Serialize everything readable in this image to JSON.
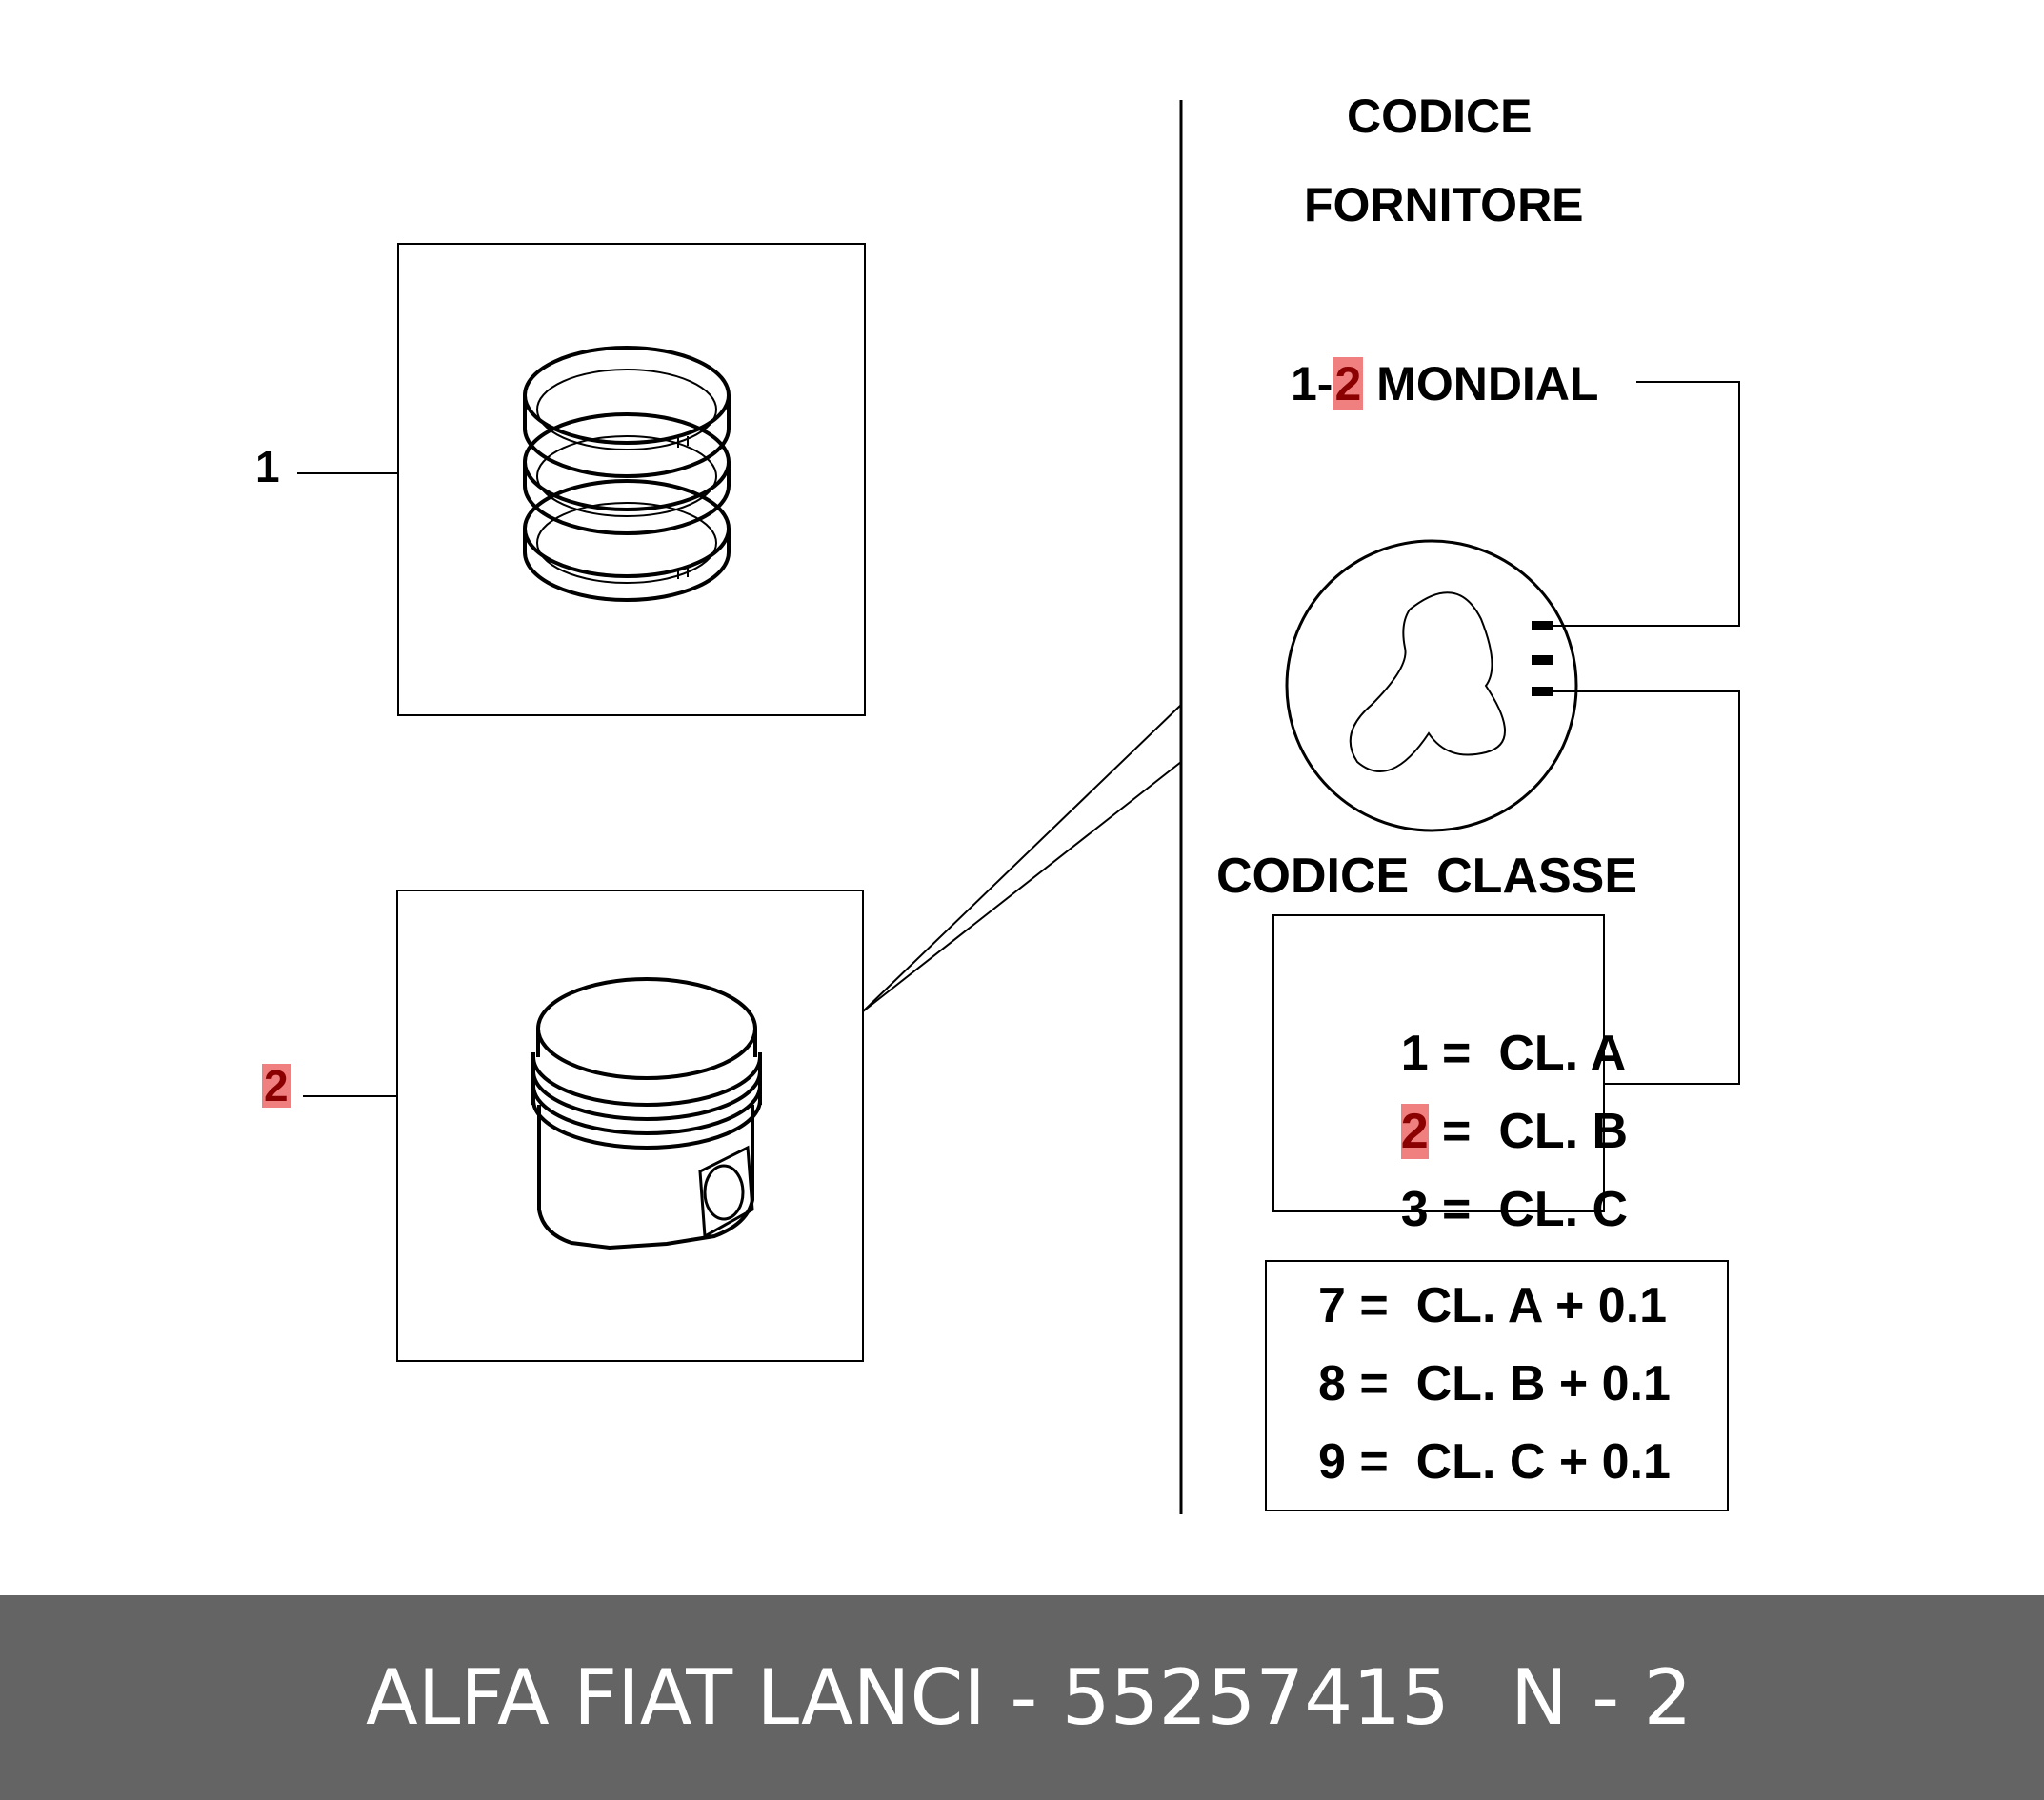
{
  "callouts": {
    "part1": "1",
    "part2": "2"
  },
  "header": {
    "line1": "CODICE",
    "line2": "FORNITORE"
  },
  "supplier": {
    "prefix": "1-",
    "highlight": "2",
    "name": " MONDIAL"
  },
  "class_title": "CODICE  CLASSE",
  "class_table": [
    {
      "code": "1",
      "eq": " =  CL. A",
      "highlight": false
    },
    {
      "code": "2",
      "eq": " =  CL. B",
      "highlight": true
    },
    {
      "code": "3",
      "eq": " =  CL. C",
      "highlight": false
    }
  ],
  "oversize_table": [
    {
      "text": "7 =  CL. A + 0.1"
    },
    {
      "text": "8 =  CL. B + 0.1"
    },
    {
      "text": "9 =  CL. C + 0.1"
    }
  ],
  "footer": {
    "title": "ALFA FIAT LANCI - 55257415",
    "position": "N - 2"
  },
  "colors": {
    "highlight_bg": "#f08080",
    "highlight_text": "#8b0000",
    "footer_bg": "#646464"
  }
}
